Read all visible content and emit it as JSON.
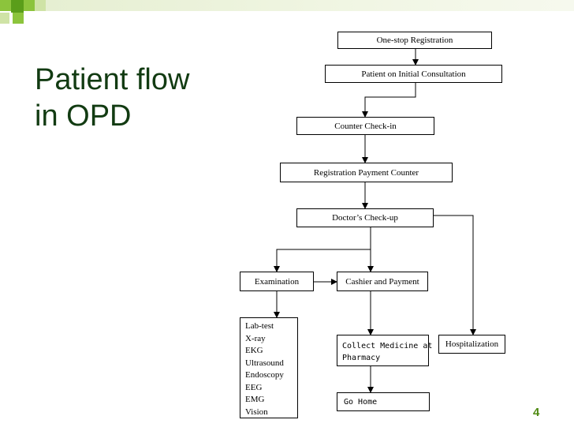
{
  "slide": {
    "title_lines": [
      "Patient flow",
      "in OPD"
    ],
    "page_number": "4",
    "accent_colors": [
      "#5a9e1a",
      "#8cc43c",
      "#cfe3a6",
      "#e6efd2",
      "#123b12"
    ]
  },
  "flowchart": {
    "nodes": {
      "one_stop_registration": "One-stop Registration",
      "initial_consultation": "Patient on Initial Consultation",
      "counter_check_in": "Counter Check-in",
      "registration_payment_counter": "Registration Payment Counter",
      "doctors_check_up": "Doctor’s Check-up",
      "examination": "Examination",
      "cashier_and_payment": "Cashier and Payment",
      "tests": [
        "Lab-test",
        "X-ray",
        "EKG",
        "Ultrasound",
        "Endoscopy",
        "EEG",
        "EMG",
        "Vision"
      ],
      "collect_medicine": [
        "Collect Medicine at",
        "Pharmacy"
      ],
      "hospitalization": "Hospitalization",
      "go_home": "Go Home"
    }
  }
}
